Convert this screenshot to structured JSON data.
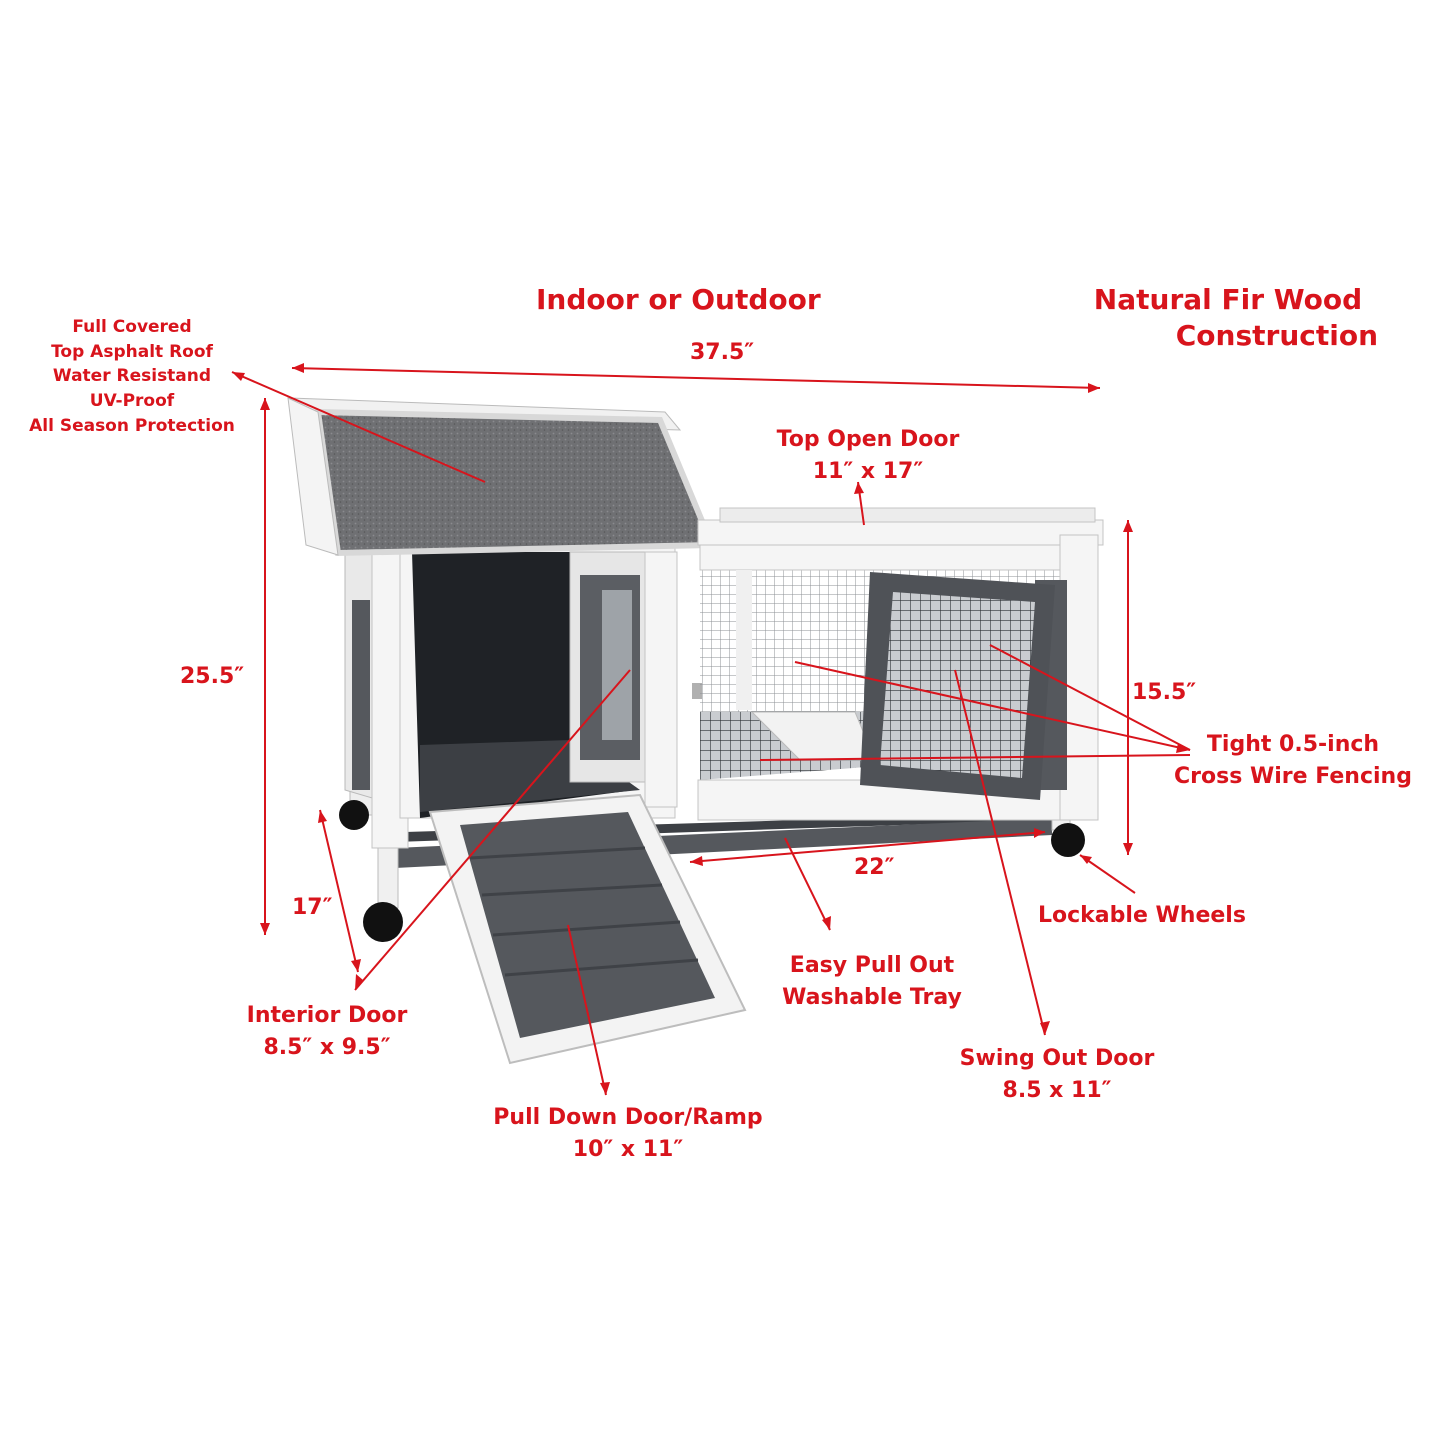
{
  "labels": {
    "indoor_outdoor": "Indoor or Outdoor",
    "wood": [
      "Natural Fir Wood",
      "Construction"
    ],
    "roof": [
      "Full Covered",
      "Top Asphalt Roof",
      "Water Resistand",
      "UV-Proof",
      "All Season Protection"
    ],
    "width": "37.5″",
    "height": "25.5″",
    "top_door": [
      "Top Open Door",
      "11″ x 17″"
    ],
    "run_height": "15.5″",
    "fencing": [
      "Tight 0.5-inch",
      "Cross Wire Fencing"
    ],
    "depth": "22″",
    "leg_height": "17″",
    "wheels": "Lockable Wheels",
    "tray": [
      "Easy Pull Out",
      "Washable Tray"
    ],
    "interior_door": [
      "Interior Door",
      "8.5″ x 9.5″"
    ],
    "swing_door": [
      "Swing Out Door",
      "8.5 x 11″"
    ],
    "ramp": [
      "Pull Down Door/Ramp",
      "10″ x 11″"
    ]
  },
  "colors": {
    "annotation": "#d8141c",
    "frame": "#f4f4f4",
    "panel_gray": "#5b5e63",
    "roof": "#6c6d6f",
    "interior": "#1f2226"
  }
}
